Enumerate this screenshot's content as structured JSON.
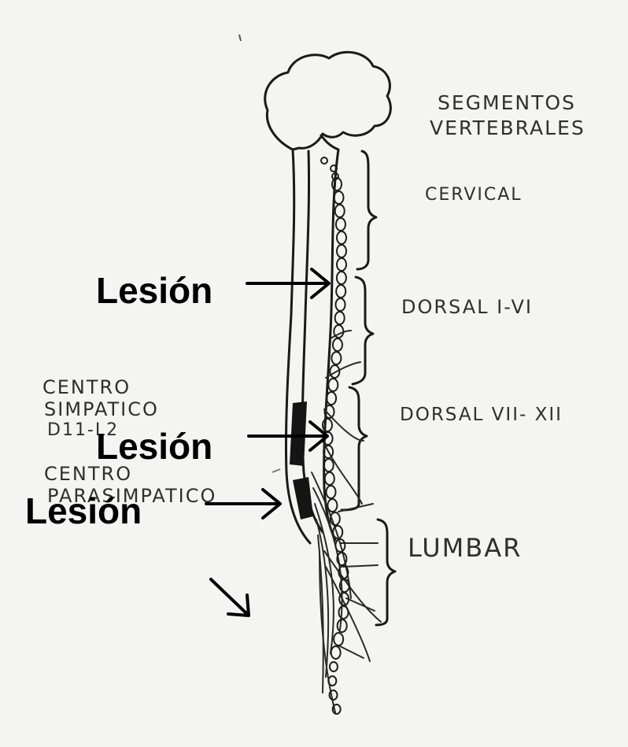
{
  "title": [
    "SEGMENTOS",
    "VERTEBRALES"
  ],
  "regions": {
    "cervical": "CERVICAL",
    "dorsal_upper": "DORSAL I-VI",
    "dorsal_lower": "DORSAL VII- XII",
    "lumbar": "LUMBAR"
  },
  "centers": {
    "sympathetic": [
      "CENTRO",
      "SIMPATICO",
      "D11-L2"
    ],
    "parasympathetic": [
      "CENTRO",
      "PARASIMPATICO"
    ]
  },
  "lesion_labels": [
    "Lesión",
    "Lesión",
    "Lesión"
  ],
  "faint_text": [
    "",
    ""
  ],
  "colors": {
    "ink": "#1a1a1a",
    "paper": "#f4f4f2",
    "label": "#000000"
  }
}
